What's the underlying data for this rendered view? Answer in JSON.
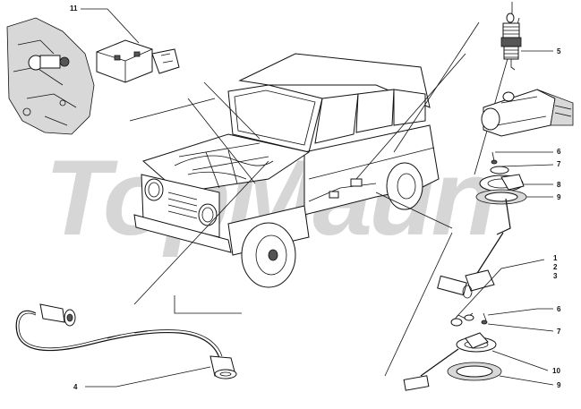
{
  "watermark": {
    "text": "TopMaun"
  },
  "labels": {
    "l11": "11",
    "l5": "5",
    "l6a": "6",
    "l7a": "7",
    "l8": "8",
    "l9a": "9",
    "l1": "1",
    "l2": "2",
    "l3": "3",
    "l6b": "6",
    "l7b": "7",
    "l10": "10",
    "l9b": "9",
    "l4": "4"
  },
  "colors": {
    "line": "#111111",
    "watermark": "#cfcfcf",
    "shade": "#d8d8d8"
  }
}
